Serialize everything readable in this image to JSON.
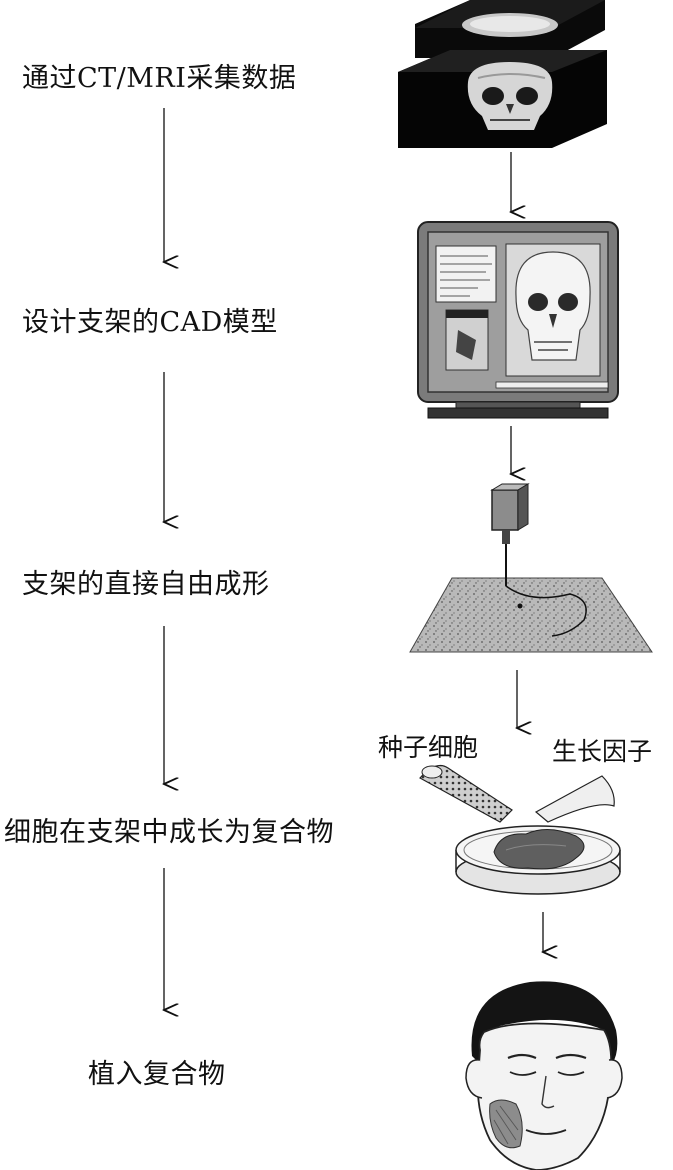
{
  "steps": [
    "通过CT/MRI采集数据",
    "设计支架的CAD模型",
    "支架的直接自由成形",
    "细胞在支架中成长为复合物",
    "植入复合物"
  ],
  "labels": {
    "seed_cells": "种子细胞",
    "growth_factor": "生长因子"
  },
  "icons": {
    "ct_scan": "ct-volume-skull-icon",
    "computer": "cad-computer-skull-icon",
    "printer": "freeform-nozzle-icon",
    "dish": "petri-dish-icon",
    "face": "patient-face-icon"
  }
}
